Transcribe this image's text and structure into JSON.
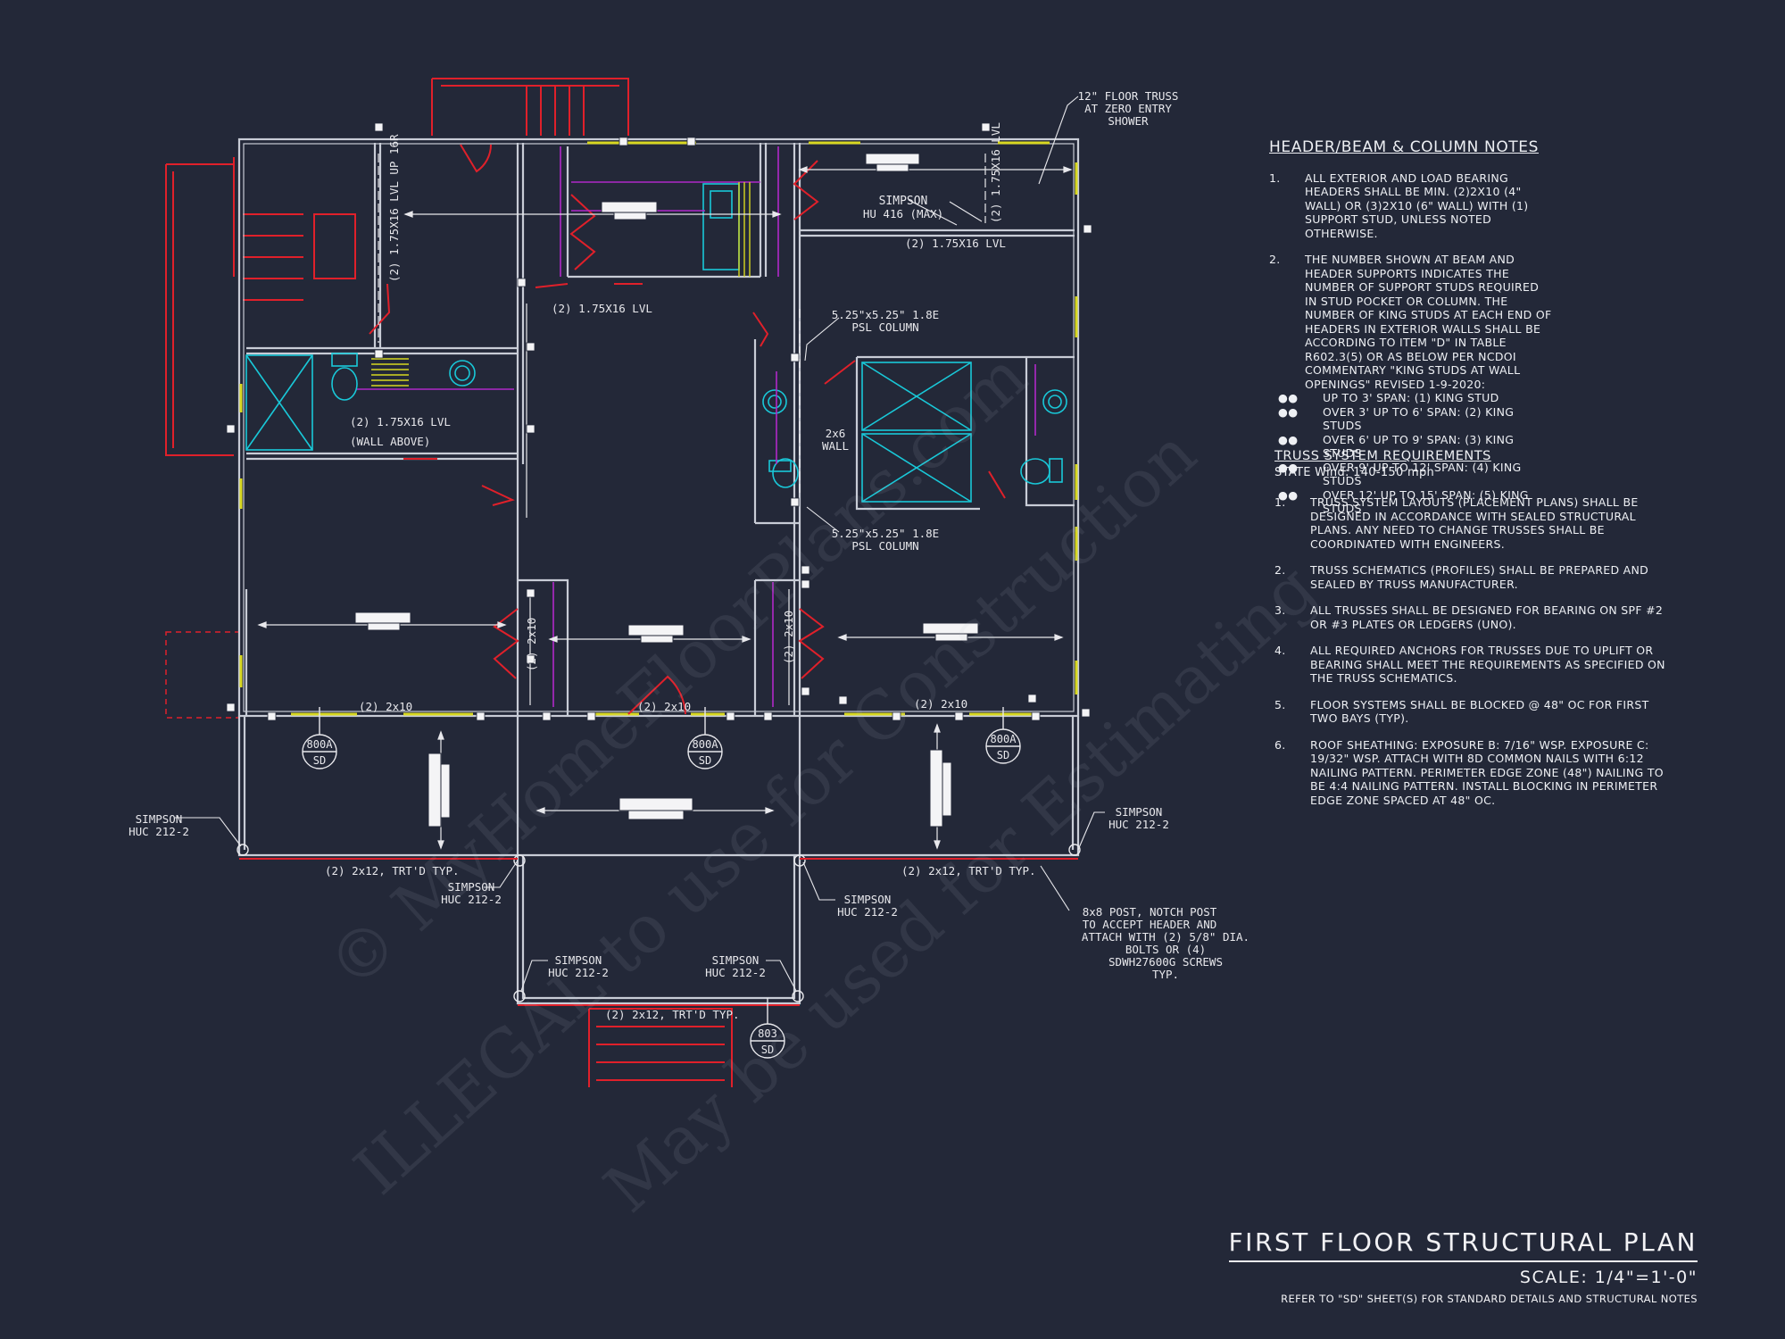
{
  "plan": {
    "callouts": {
      "floor_truss": [
        "12\" FLOOR TRUSS",
        "AT ZERO ENTRY",
        "SHOWER"
      ],
      "simpson_hu": [
        "SIMPSON",
        "HU 416 (MAX)"
      ],
      "lvl_1": "(2) 1.75X16 LVL",
      "lvl_2": "(2) 1.75X16 LVL",
      "lvl_3": "(2) 1.75X16 LVL",
      "lvl_4": "(2) 1.75X16 LVL",
      "lvl_vertical_left": "(2) 1.75X16 LVL UP 16R",
      "lvl_vertical_right": "(2) 1.75X16 LVL",
      "wall_above": "(WALL ABOVE)",
      "psl_top": [
        "5.25\"x5.25\" 1.8E",
        "PSL COLUMN"
      ],
      "psl_bottom": [
        "5.25\"x5.25\" 1.8E",
        "PSL COLUMN"
      ],
      "wall_2x6": [
        "2x6",
        "WALL"
      ],
      "header_2x10": "(2) 2x10",
      "trtd": "(2) 2x12, TRT'D TYP.",
      "simpson_huc": [
        "SIMPSON",
        "HUC 212-2"
      ],
      "post_note": [
        "8x8 POST, NOTCH POST",
        "TO ACCEPT HEADER AND",
        "ATTACH WITH (2) 5/8\" DIA.",
        "BOLTS OR (4)",
        "SDWH27600G SCREWS",
        "TYP."
      ],
      "section_a": [
        "800A",
        "SD"
      ],
      "section_b": [
        "803",
        "SD"
      ]
    }
  },
  "header_notes": {
    "title": "HEADER/BEAM & COLUMN NOTES",
    "items": [
      {
        "num": "1.",
        "text": "ALL EXTERIOR AND LOAD BEARING HEADERS SHALL BE MIN. (2)2x10 (4\" WALL) OR (3)2x10 (6\" WALL) WITH (1) SUPPORT STUD, UNLESS NOTED OTHERWISE."
      },
      {
        "num": "2.",
        "text": "THE NUMBER SHOWN AT BEAM AND HEADER SUPPORTS INDICATES THE NUMBER OF SUPPORT STUDS REQUIRED IN STUD POCKET OR COLUMN. THE NUMBER OF KING STUDS AT EACH END OF HEADERS IN EXTERIOR WALLS SHALL BE ACCORDING TO ITEM \"d\" IN TABLE R602.3(5) OR AS BELOW PER NCDOI COMMENTARY \"KING STUDS AT WALL OPENINGS\" REVISED 1-9-2020:"
      }
    ],
    "bullets": [
      "UP TO 3' SPAN: (1) KING STUD",
      "OVER 3' UP TO 6' SPAN: (2) KING STUDS",
      "OVER 6' UP TO 9' SPAN: (3) KING STUDS",
      "OVER 9' UP TO 12' SPAN: (4) KING STUDS",
      "OVER 12' UP TO 15' SPAN: (5) KING STUDS"
    ],
    "bullet_mark": "●●"
  },
  "truss_notes": {
    "title": "TRUSS SYSTEM REQUIREMENTS",
    "subtitle": "STATE Wind: 140-150 mph",
    "items": [
      {
        "num": "1.",
        "text": "TRUSS SYSTEM LAYOUTS (PLACEMENT PLANS) SHALL BE DESIGNED IN ACCORDANCE WITH SEALED STRUCTURAL PLANS. ANY NEED TO CHANGE TRUSSES SHALL BE COORDINATED WITH ENGINEERS."
      },
      {
        "num": "2.",
        "text": "TRUSS SCHEMATICS (PROFILES) SHALL BE PREPARED AND SEALED BY TRUSS MANUFACTURER."
      },
      {
        "num": "3.",
        "text": "ALL TRUSSES SHALL BE DESIGNED FOR BEARING ON SPF #2 OR #3 PLATES OR LEDGERS (UNO)."
      },
      {
        "num": "4.",
        "text": "ALL REQUIRED ANCHORS FOR TRUSSES DUE TO UPLIFT OR BEARING SHALL MEET THE REQUIREMENTS AS SPECIFIED ON THE TRUSS SCHEMATICS."
      },
      {
        "num": "5.",
        "text": "FLOOR SYSTEMS SHALL BE BLOCKED @ 48\" OC FOR FIRST TWO BAYS (TYP)."
      },
      {
        "num": "6.",
        "text": "ROOF SHEATHING: EXPOSURE B: 7/16\" WSP. EXPOSURE C: 19/32\" WSP. ATTACH WITH 8d COMMON NAILS WITH 6:12 NAILING PATTERN. PERIMETER EDGE ZONE (48\") NAILING TO BE 4:4 NAILING PATTERN. INSTALL BLOCKING IN PERIMETER EDGE ZONE SPACED AT 48\" OC."
      }
    ]
  },
  "title_block": {
    "title": "FIRST FLOOR STRUCTURAL PLAN",
    "scale": "SCALE: 1/4\"=1'-0\"",
    "reference": "REFER TO \"SD\" SHEET(S) FOR STANDARD DETAILS AND STRUCTURAL NOTES"
  },
  "watermark": {
    "line1": "© MyHomeFloorPlans.com",
    "line2": "ILLEGAL to use for Construction",
    "line3": "May be used for Estimating"
  },
  "colors": {
    "background": "#232838",
    "wall": "#c8ccd6",
    "door": "#e0202a",
    "fixture": "#19c8d8",
    "cabinet": "#b028c8",
    "window": "#d8d820",
    "text": "#e8e8ec"
  }
}
